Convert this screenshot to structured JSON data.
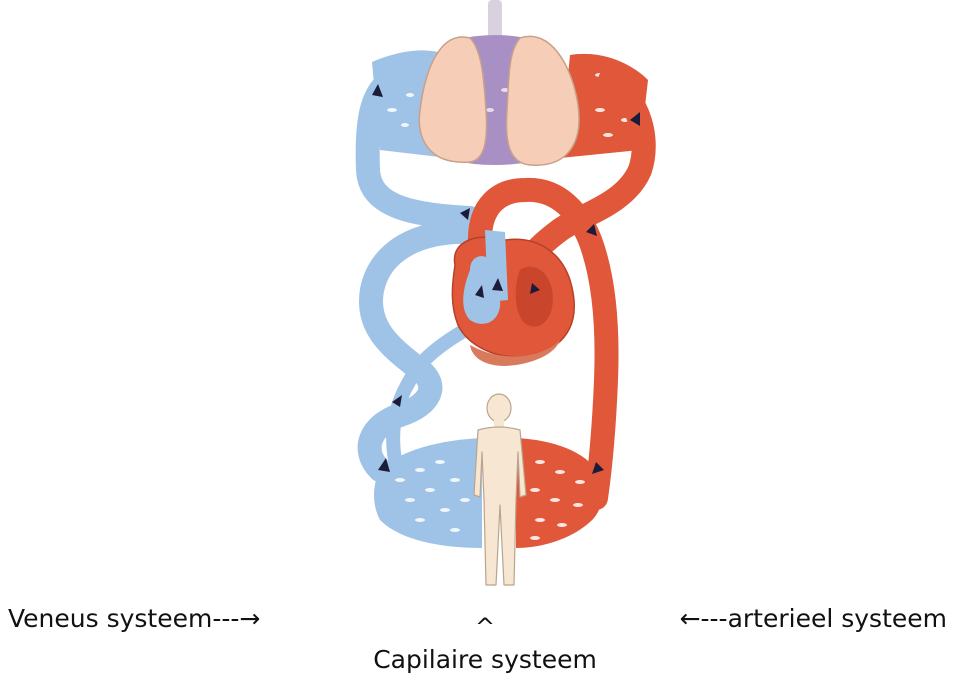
{
  "labels": {
    "venous": "Veneus systeem---→",
    "arterial": "←---arterieel systeem",
    "caret": "^",
    "capillary": "Capilaire systeem"
  },
  "colors": {
    "venous_blue": "#9fc3e6",
    "arterial_red": "#e0573a",
    "lung_pink": "#f6cdb6",
    "lung_purple": "#a990c4",
    "body_skin": "#f7e6d2",
    "arrow_dark": "#1c1c3a"
  },
  "icons": {
    "lungs": "lungs-illustration",
    "heart": "heart-illustration",
    "body": "human-body-silhouette"
  }
}
